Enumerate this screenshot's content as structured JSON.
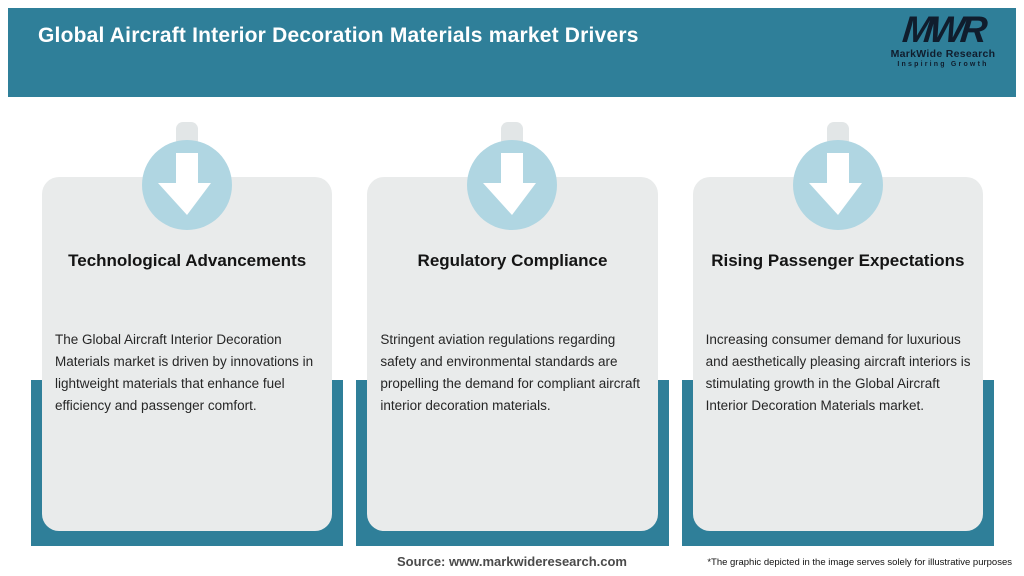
{
  "header": {
    "title": "Global Aircraft Interior Decoration Materials market Drivers",
    "logo": {
      "monogram": "MWR",
      "name": "MarkWide Research",
      "tagline": "Inspiring Growth"
    }
  },
  "cards": [
    {
      "title": "Technological Advancements",
      "body": "The Global Aircraft Interior Decoration Materials market is driven by innovations in lightweight materials that enhance fuel efficiency and passenger comfort."
    },
    {
      "title": "Regulatory Compliance",
      "body": "Stringent aviation regulations regarding safety and environmental standards are propelling the demand for compliant aircraft interior decoration materials."
    },
    {
      "title": "Rising Passenger Expectations",
      "body": "Increasing consumer demand for luxurious and aesthetically pleasing aircraft interiors is stimulating growth in the Global Aircraft Interior Decoration Materials market."
    }
  ],
  "footer": {
    "source": "Source: www.markwideresearch.com",
    "disclaimer": "*The graphic depicted in the image serves solely for illustrative purposes"
  },
  "colors": {
    "accent_teal": "#2f7f99",
    "circle_blue": "#b0d6e2",
    "card_gray": "#e9ebeb",
    "logo_navy": "#101d2d"
  }
}
